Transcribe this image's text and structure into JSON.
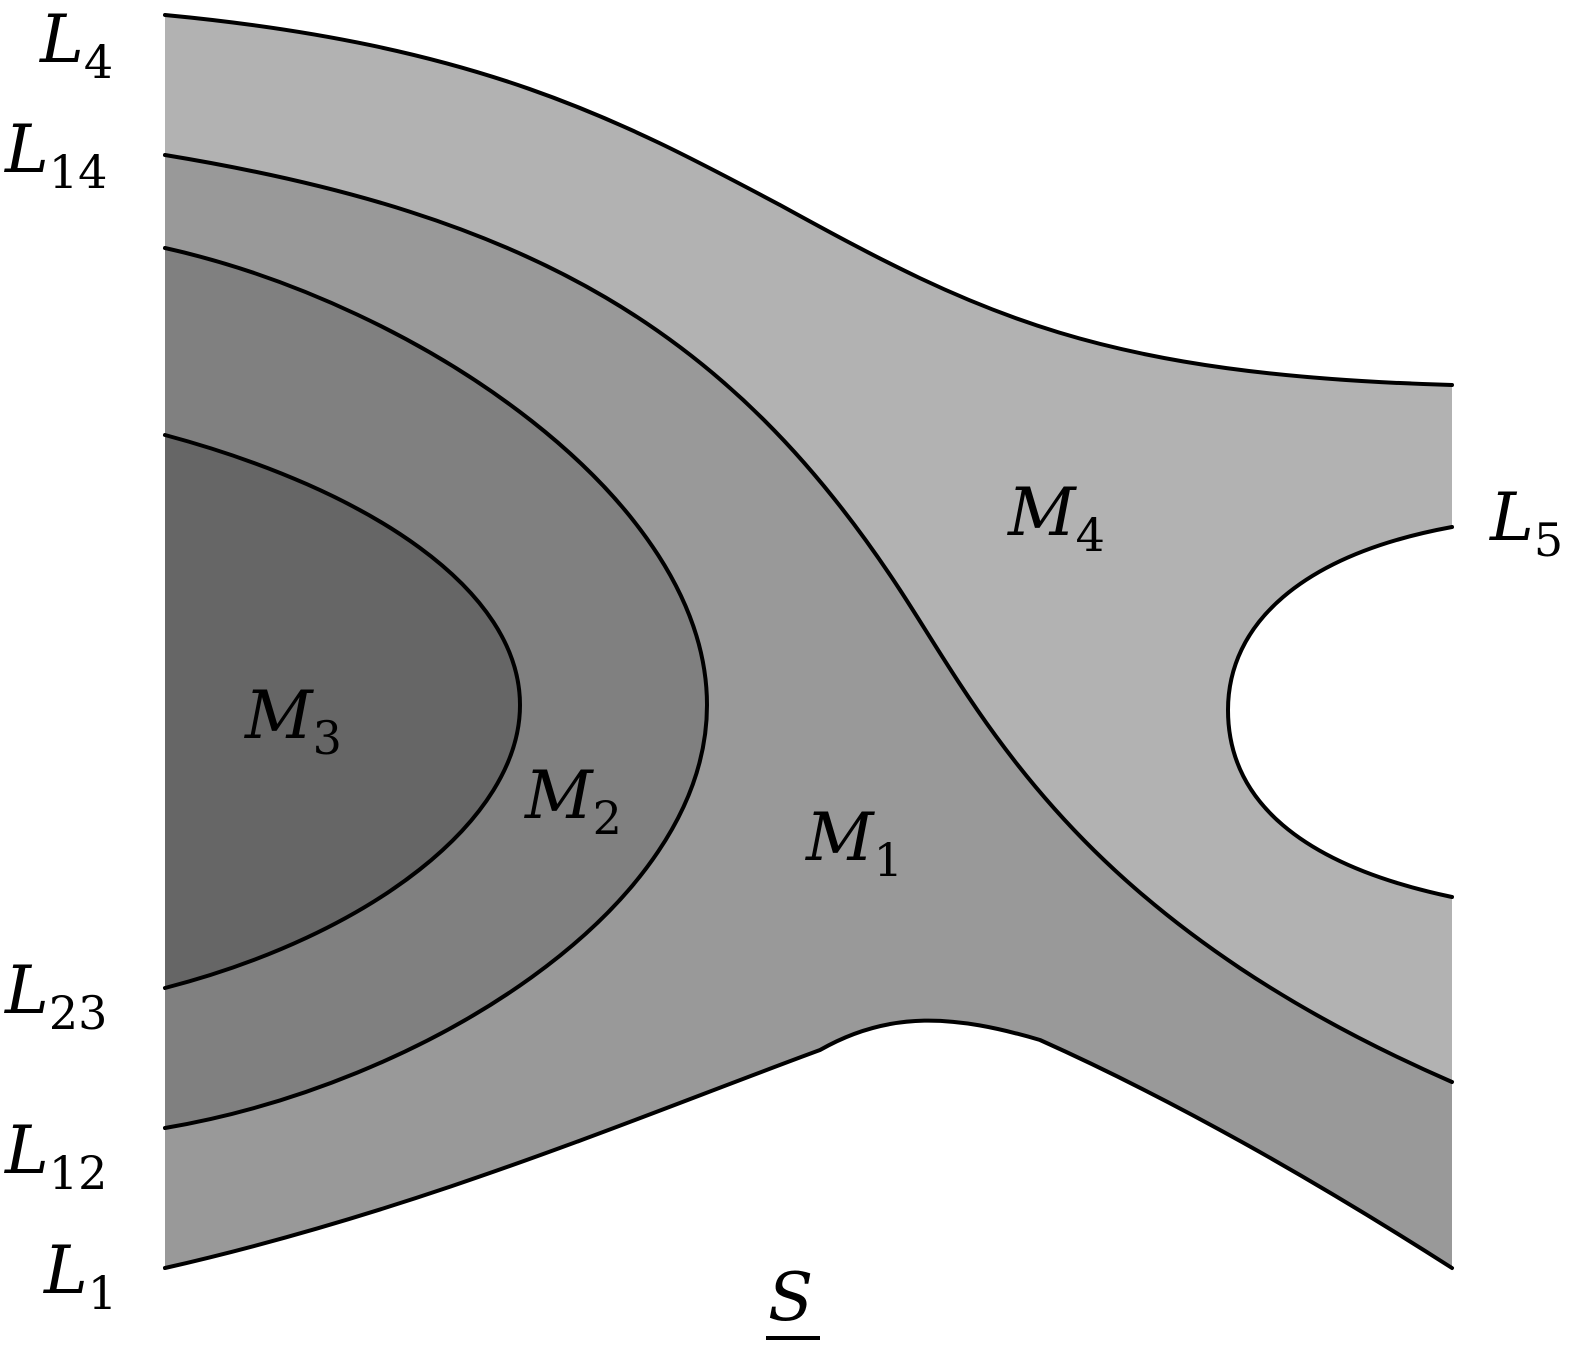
{
  "colors": {
    "M4": "#b2b2b2",
    "M1": "#999999",
    "M2": "#808080",
    "M3": "#666666",
    "outside": "#ffffff",
    "stroke": "#000000"
  },
  "labels": {
    "L4": {
      "base": "L",
      "sub": "4"
    },
    "L14": {
      "base": "L",
      "sub": "14"
    },
    "L23": {
      "base": "L",
      "sub": "23"
    },
    "L12": {
      "base": "L",
      "sub": "12"
    },
    "L1": {
      "base": "L",
      "sub": "1"
    },
    "L5": {
      "base": "L",
      "sub": "5"
    },
    "M4": {
      "base": "M",
      "sub": "4"
    },
    "M3": {
      "base": "M",
      "sub": "3"
    },
    "M2": {
      "base": "M",
      "sub": "2"
    },
    "M1": {
      "base": "M",
      "sub": "1"
    },
    "S": {
      "base": "S"
    }
  }
}
